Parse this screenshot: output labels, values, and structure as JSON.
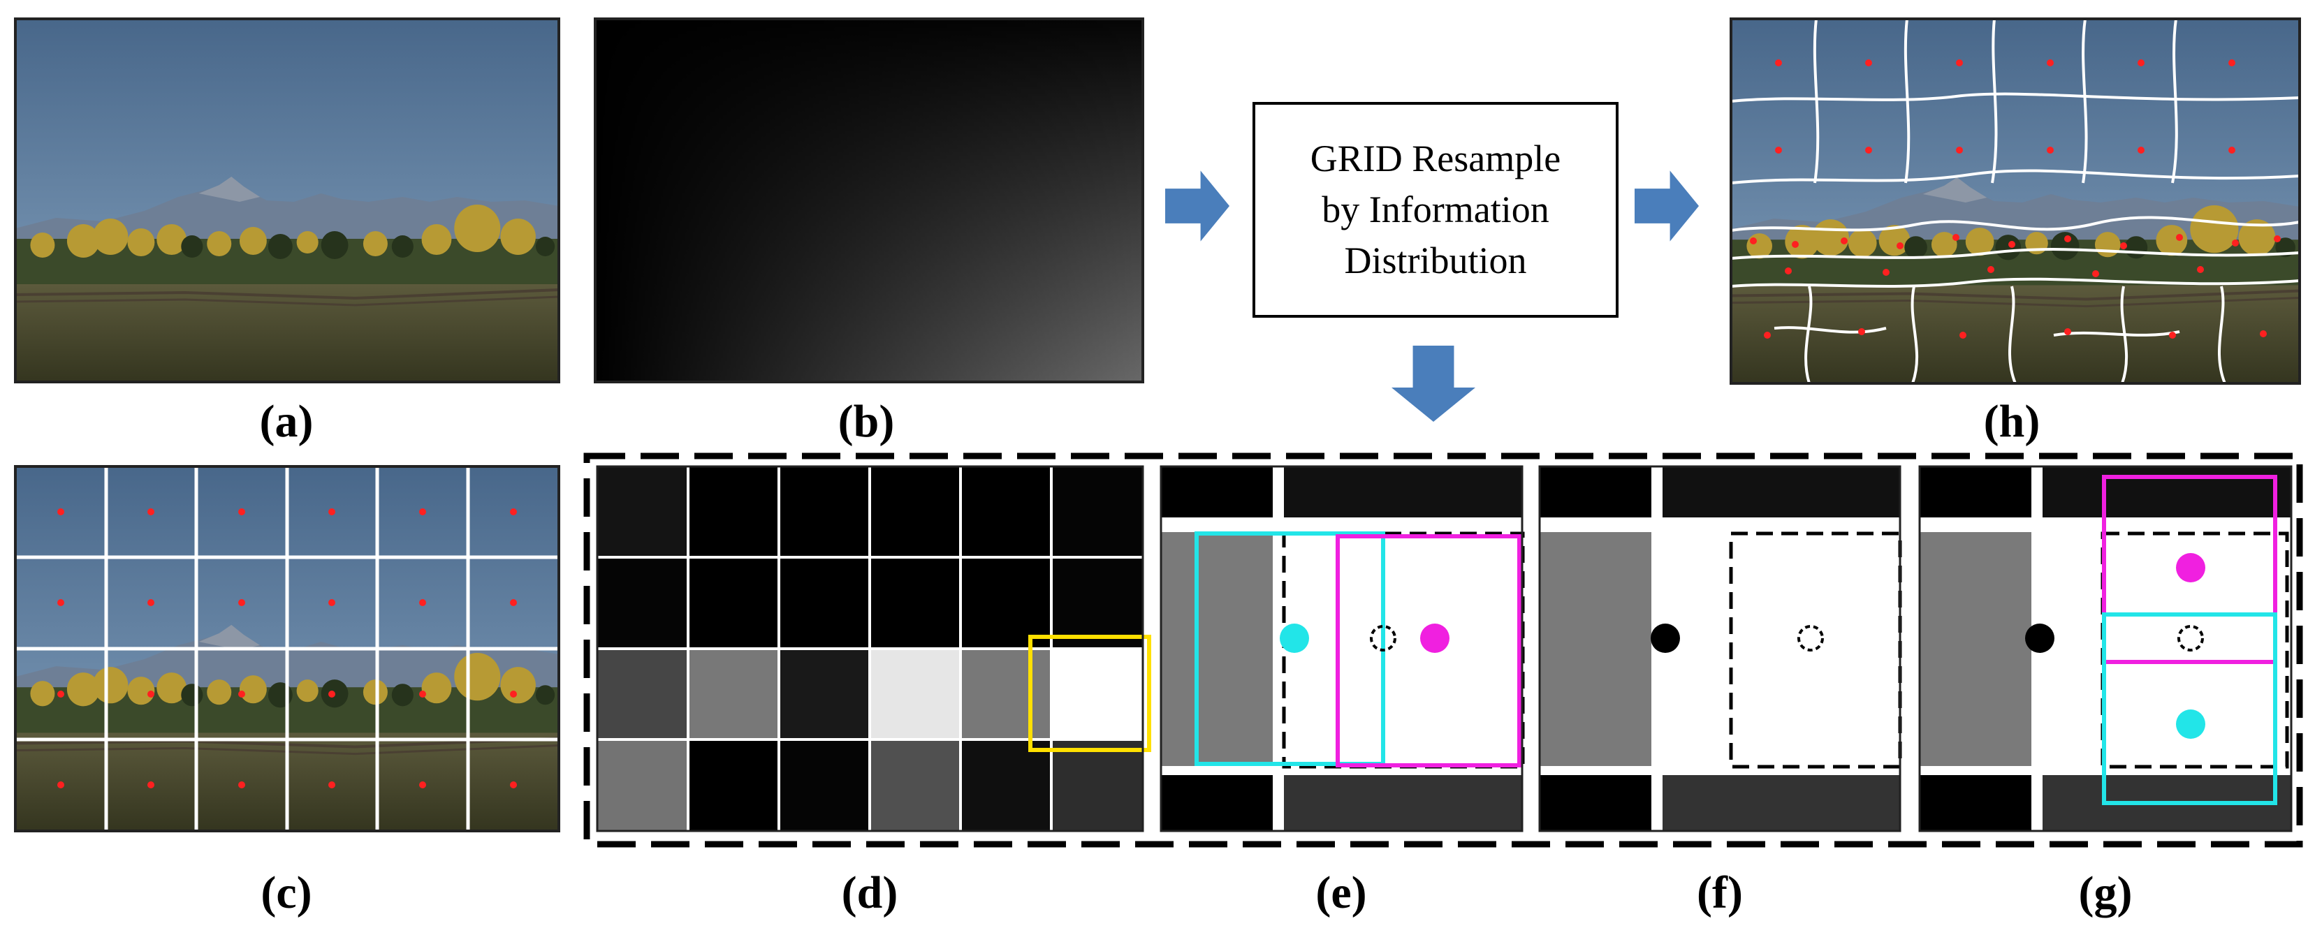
{
  "panel_labels": {
    "a": "(a)",
    "b": "(b)",
    "c": "(c)",
    "d": "(d)",
    "e": "(e)",
    "f": "(f)",
    "g": "(g)",
    "h": "(h)"
  },
  "process_box": {
    "line1": "GRID Resample",
    "line2": "by Information",
    "line3": "Distribution"
  },
  "colors": {
    "arrow": "#4a7ebb",
    "grid_line": "#ffffff",
    "center_dot": "#ff2020",
    "highlight_box": "#ffe000",
    "cyan": "#22e5e8",
    "magenta": "#f020e0"
  },
  "grid_d": {
    "rows": 4,
    "cols": 6,
    "cell_gray": [
      [
        20,
        0,
        0,
        0,
        0,
        5
      ],
      [
        5,
        0,
        0,
        0,
        0,
        5
      ],
      [
        70,
        120,
        25,
        230,
        120,
        255
      ],
      [
        115,
        0,
        5,
        80,
        15,
        45
      ]
    ]
  },
  "icons": [
    "right-arrow-icon",
    "down-arrow-icon"
  ]
}
